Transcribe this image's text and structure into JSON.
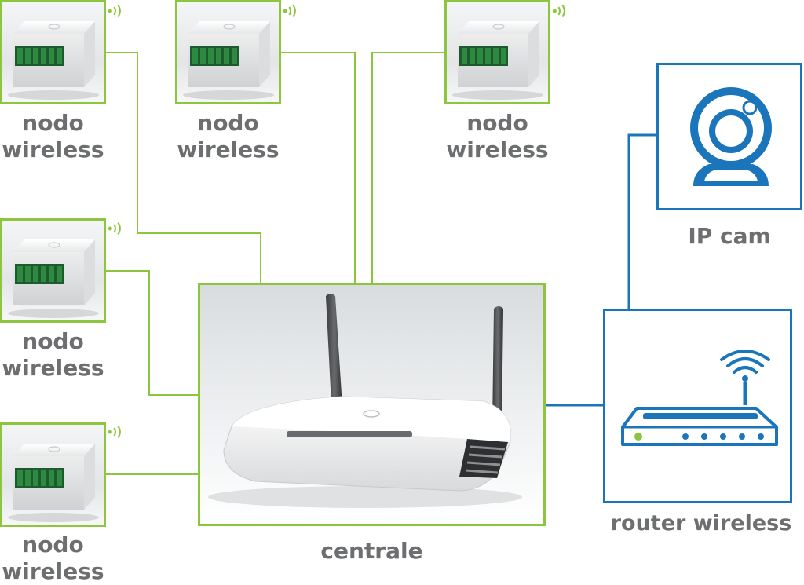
{
  "nodes": [
    {
      "line1": "nodo",
      "line2": "wireless"
    },
    {
      "line1": "nodo",
      "line2": "wireless"
    },
    {
      "line1": "nodo",
      "line2": "wireless"
    },
    {
      "line1": "nodo",
      "line2": "wireless"
    },
    {
      "line1": "nodo",
      "line2": "wireless"
    }
  ],
  "hub": {
    "label": "centrale"
  },
  "ipcam": {
    "label": "IP cam"
  },
  "router": {
    "label": "router wireless"
  },
  "colors": {
    "node_border": "#8cc63f",
    "network_blue": "#1b75bb",
    "label_gray": "#6d6e70",
    "status_led": "#8cc63f"
  },
  "icons": {
    "node": "wireless-node-device-icon",
    "signal": "wifi-signal-icon",
    "hub": "wireless-hub-device-icon",
    "camera": "ip-camera-icon",
    "router": "router-icon"
  }
}
